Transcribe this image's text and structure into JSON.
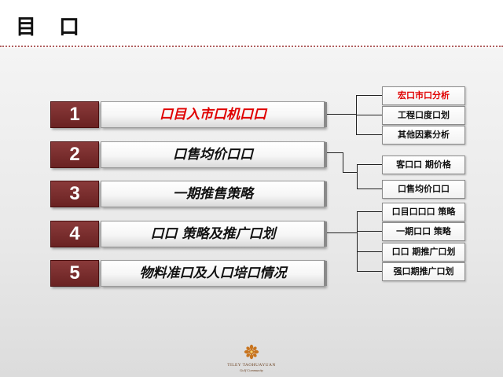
{
  "header": {
    "title": "目 口"
  },
  "menu": [
    {
      "number": "1",
      "label": "口目入市口机口口"
    },
    {
      "number": "2",
      "label": "口售均价口口"
    },
    {
      "number": "3",
      "label": "一期推售策略"
    },
    {
      "number": "4",
      "label": "口口 策略及推广口划"
    },
    {
      "number": "5",
      "label": "物料准口及人口培口情况"
    }
  ],
  "submenu": {
    "group1": [
      "宏口市口分析",
      "工程口度口划",
      "其他因素分析"
    ],
    "group2": [
      "客口口 期价格",
      "口售均价口口"
    ],
    "group4": [
      "口目口口口 策略",
      "一期口口 策略",
      "口口 期推广口划",
      "强口期推广口划"
    ]
  },
  "logo": {
    "brand": "TILEY TAOHUAYUAN",
    "sub": "Golf Community"
  },
  "colors": {
    "accent": "#e00000",
    "number_bg": "#6a2222"
  }
}
